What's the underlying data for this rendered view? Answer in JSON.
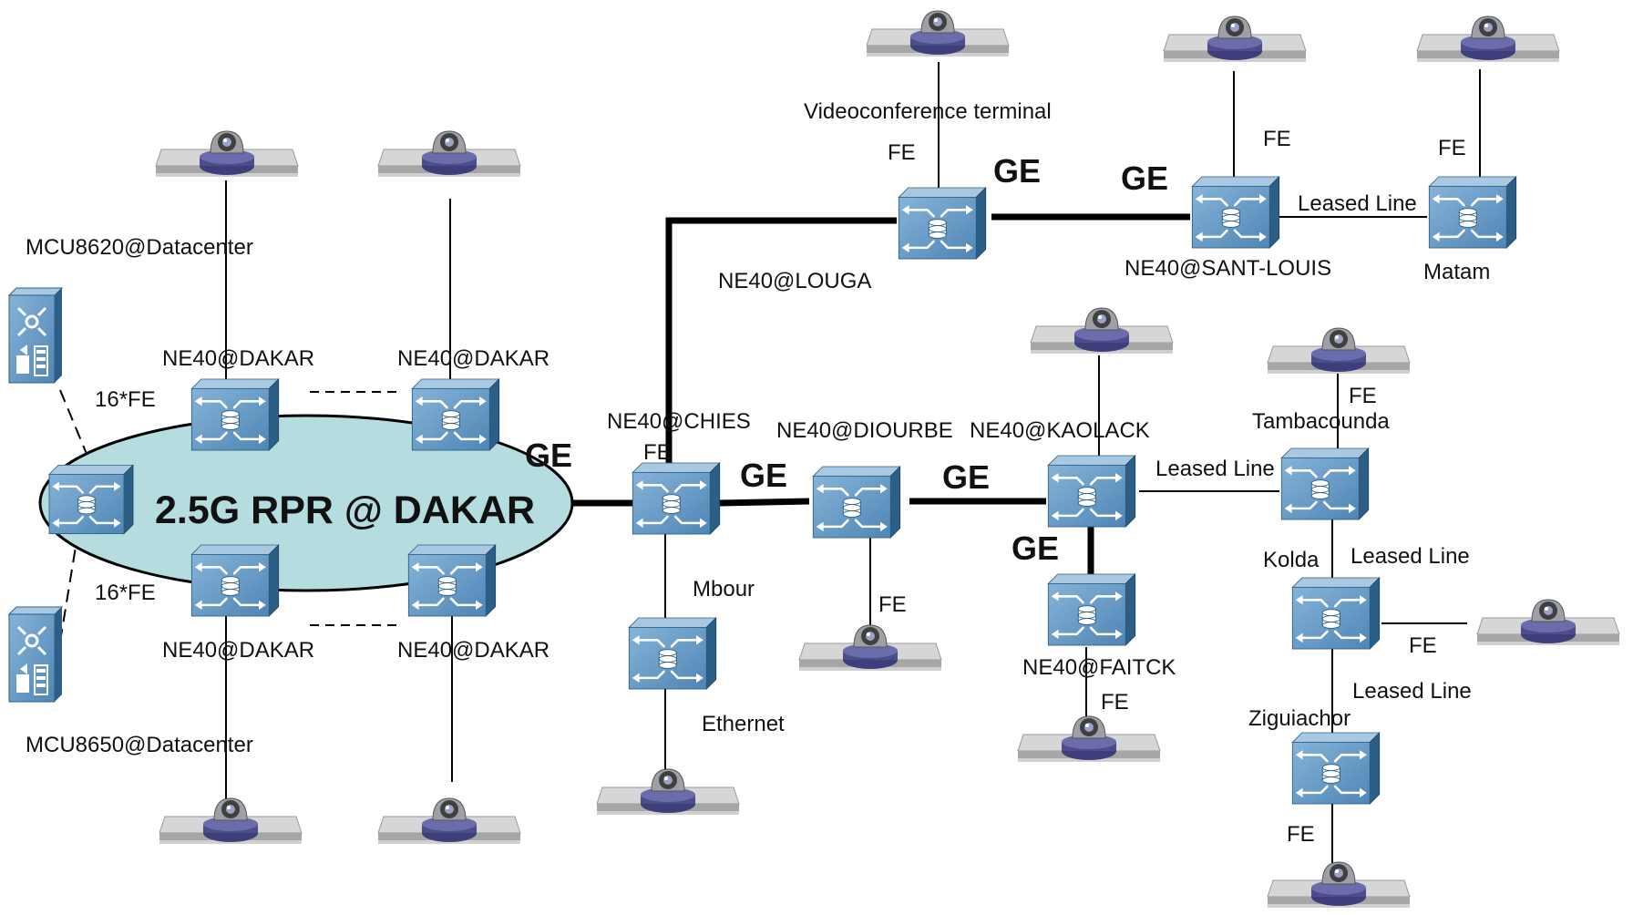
{
  "diagram": {
    "ring_label": "2.5G RPR @ DAKAR",
    "colors": {
      "ring_fill": "#b5dde0",
      "router_face": "#6a9fc9",
      "router_side": "#2d5f86",
      "router_top": "#a9c9e3",
      "link": "#000000"
    },
    "labels": {
      "mcu8620": "MCU8620@Datacenter",
      "mcu8650": "MCU8650@Datacenter",
      "fe16_top": "16*FE",
      "fe16_bottom": "16*FE",
      "dakar_tl": "NE40@DAKAR",
      "dakar_tr": "NE40@DAKAR",
      "dakar_bl": "NE40@DAKAR",
      "dakar_br": "NE40@DAKAR",
      "ge_ring": "GE",
      "chies": "NE40@CHIES",
      "fe_chies": "FE",
      "mbour": "Mbour",
      "ethernet": "Ethernet",
      "louga": "NE40@LOUGA",
      "videoconf": "Videoconference terminal",
      "fe_louga": "FE",
      "ge_louga": "GE",
      "ge_santlouis": "GE",
      "santlouis": "NE40@SANT-LOUIS",
      "fe_santlouis": "FE",
      "leased_matam": "Leased Line",
      "fe_matam": "FE",
      "matam": "Matam",
      "ge_diourbe": "GE",
      "diourbe": "NE40@DIOURBE",
      "fe_diourbe": "FE",
      "ge_kaolack": "GE",
      "kaolack": "NE40@KAOLACK",
      "ge_faitck": "GE",
      "faitck": "NE40@FAITCK",
      "fe_faitck": "FE",
      "leased_tamba": "Leased Line",
      "fe_tamba": "FE",
      "tambacounda": "Tambacounda",
      "kolda": "Kolda",
      "leased_kolda": "Leased Line",
      "fe_kolda": "FE",
      "leased_ziguiachor": "Leased Line",
      "ziguiachor": "Ziguiachor",
      "fe_ziguiachor": "FE"
    }
  }
}
